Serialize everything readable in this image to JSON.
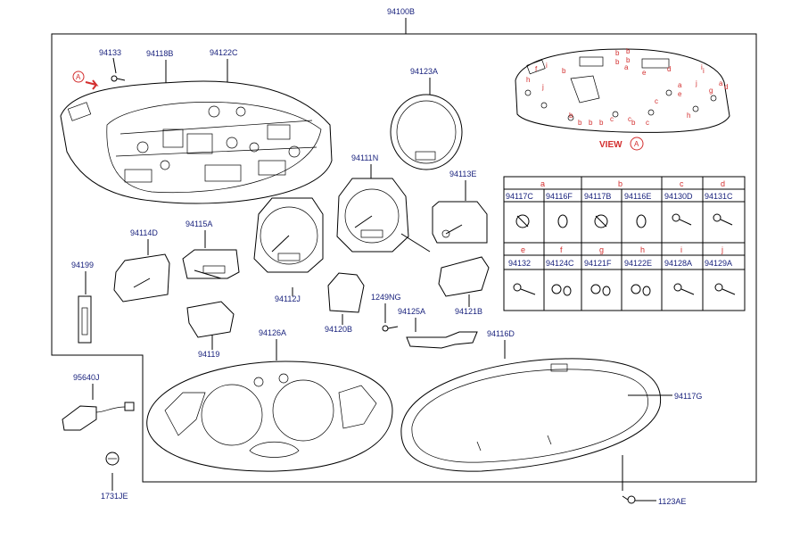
{
  "top_label": "94100B",
  "view_label": "VIEW",
  "view_marker": "A",
  "callout_marker": "A",
  "parts": {
    "p94133": "94133",
    "p94118B": "94118B",
    "p94122C": "94122C",
    "p94123A": "94123A",
    "p94111N": "94111N",
    "p94113E": "94113E",
    "p94114D": "94114D",
    "p94115A": "94115A",
    "p94199": "94199",
    "p94112J": "94112J",
    "p94120B": "94120B",
    "p1249NG": "1249NG",
    "p94125A": "94125A",
    "p94121B": "94121B",
    "p94119": "94119",
    "p94126A": "94126A",
    "p94116D": "94116D",
    "p94117G": "94117G",
    "p95640J": "95640J",
    "p1731JE": "1731JE",
    "p1123AE": "1123AE"
  },
  "table": {
    "groups_row1": [
      {
        "letter": "a",
        "codes": [
          "94117C",
          "94116F"
        ]
      },
      {
        "letter": "b",
        "codes": [
          "94117B",
          "94116E"
        ]
      },
      {
        "letter": "c",
        "codes": [
          "94130D"
        ]
      },
      {
        "letter": "d",
        "codes": [
          "94131C"
        ]
      }
    ],
    "groups_row2": [
      {
        "letter": "e",
        "code": "94132"
      },
      {
        "letter": "f",
        "code": "94124C"
      },
      {
        "letter": "g",
        "code": "94121F"
      },
      {
        "letter": "h",
        "code": "94122E"
      },
      {
        "letter": "i",
        "code": "94128A"
      },
      {
        "letter": "j",
        "code": "94129A"
      }
    ]
  },
  "view_letters": [
    "h",
    "f",
    "i",
    "j",
    "b",
    "b",
    "b",
    "b",
    "a",
    "e",
    "d",
    "b",
    "b",
    "b",
    "b",
    "b",
    "c",
    "c",
    "i",
    "g",
    "a",
    "j",
    "e",
    "c",
    "b",
    "c",
    "h",
    "i",
    "d",
    "a"
  ]
}
